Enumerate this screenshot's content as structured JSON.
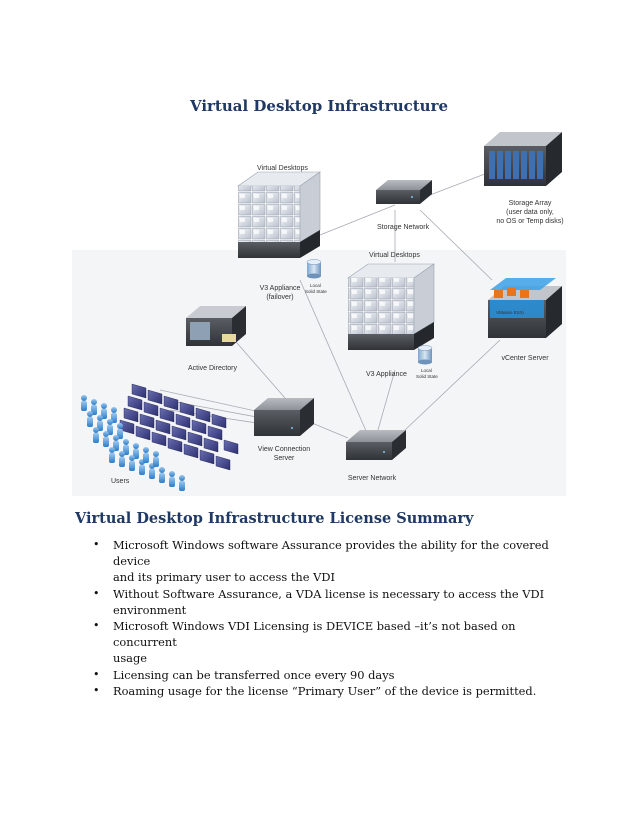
{
  "doc_title": "Virtual Desktop Infrastructure",
  "diagram": {
    "virtual_desktops_1": "Virtual Desktops",
    "virtual_desktops_2": "Virtual Desktops",
    "storage_network": "Storage Network",
    "storage_array_line1": "Storage Array",
    "storage_array_line2": "(user data only,",
    "storage_array_line3": "no OS or Temp disks)",
    "v3_appliance_failover_line1": "V3 Appliance",
    "v3_appliance_failover_line2": "(failover)",
    "local_solid_state_1_line1": "Local",
    "local_solid_state_1_line2": "Solid State",
    "v3_appliance": "V3 Appliance",
    "local_solid_state_2_line1": "Local",
    "local_solid_state_2_line2": "Solid State",
    "active_directory": "Active Directory",
    "vcenter_server": "vCenter Server",
    "vmware_esxi": "VMware ESXi",
    "view_connection_line1": "View Connection",
    "view_connection_line2": "Server",
    "server_network": "Server Network",
    "users": "Users"
  },
  "summary": {
    "heading": "Virtual Desktop Infrastructure License Summary",
    "bullet_symbol": "•",
    "items": [
      {
        "line1": "Microsoft Windows software Assurance provides the ability for the covered device",
        "line2": "and its primary user to access the VDI"
      },
      {
        "line1": "Without Software Assurance, a VDA license is necessary to access the VDI",
        "line2": "environment"
      },
      {
        "line1": "Microsoft Windows VDI Licensing is DEVICE based –it’s not based on concurrent",
        "line2": "usage"
      },
      {
        "line1": "Licensing can be transferred once every 90 days",
        "line2": ""
      },
      {
        "line1": "Roaming usage for the license “Primary User” of the device is permitted.",
        "line2": ""
      }
    ]
  },
  "colors": {
    "heading": "#1f3864",
    "accent_orange": "#e8741c",
    "accent_blue": "#2a8fd6"
  }
}
